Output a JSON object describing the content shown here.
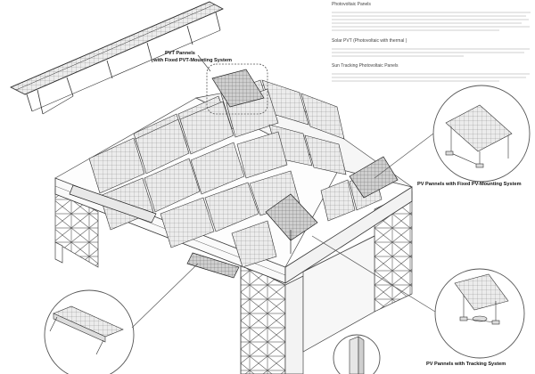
{
  "labels": {
    "pvt_line1": "PVT Pannels",
    "pvt_line2": "with Fixed PVT-Mounting System",
    "pv_fixed": "PV Pannels with Fixed PV-Mounting System",
    "pv_tracking": "PV Pannels with Tracking System"
  },
  "text_block": {
    "heading1": "Photovoltaic Panels",
    "heading2": "Solar PVT (Photovoltaic with thermal )",
    "heading3": "Sun Tracking Photovoltaic Panels"
  },
  "colors": {
    "line": "#333333",
    "panel": "#e6e6e6",
    "panel_dark": "#bdbdbd",
    "callout": "#555555"
  }
}
